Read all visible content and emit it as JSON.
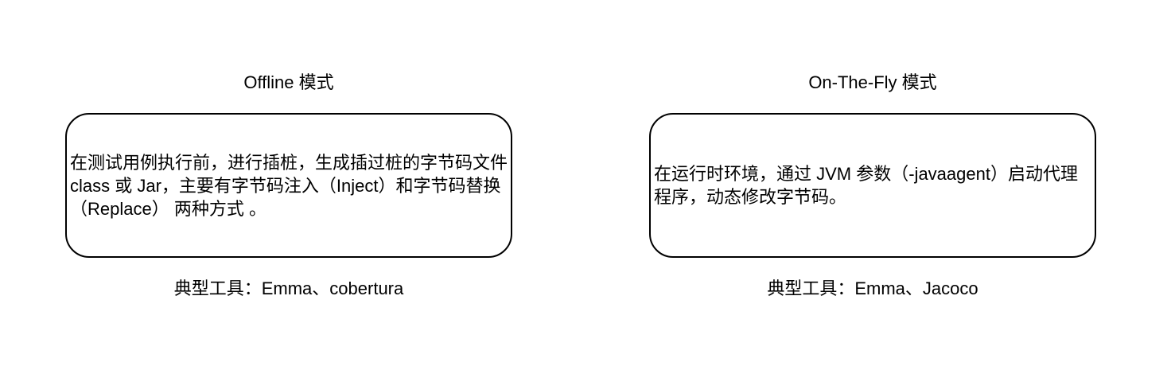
{
  "offline": {
    "title": "Offline 模式",
    "description": "在测试用例执行前，进行插桩，生成插过桩的字节码文件 class 或 Jar，主要有字节码注入（Inject）和字节码替换（Replace） 两种方式 。",
    "tools": "典型工具：Emma、cobertura"
  },
  "on_the_fly": {
    "title": "On-The-Fly 模式",
    "description": "在运行时环境，通过 JVM 参数（-javaagent）启动代理程序，动态修改字节码。",
    "tools": "典型工具：Emma、Jacoco"
  }
}
